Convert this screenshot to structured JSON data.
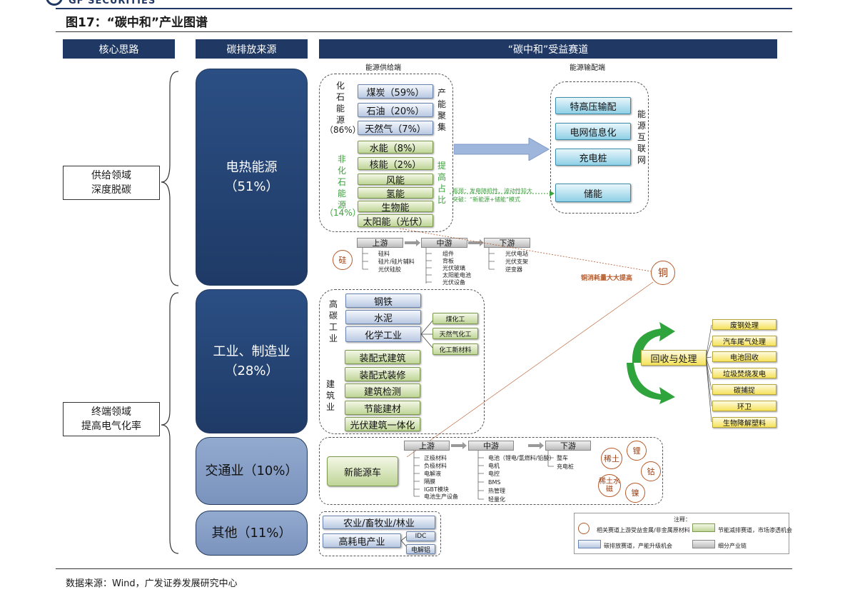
{
  "header": {
    "brand": "GF SECURITIES",
    "title": "图17：“碳中和”产业图谱"
  },
  "columns": {
    "col1": "核心思路",
    "col2": "碳排放来源",
    "col3": "“碳中和”受益赛道"
  },
  "thinking": {
    "supply": [
      "供给领域",
      "深度脱碳"
    ],
    "terminal": [
      "终端领域",
      "提高电气化率"
    ]
  },
  "sources": {
    "power": {
      "name": "电热能源",
      "share": "（51%）"
    },
    "industry": {
      "name": "工业、制造业",
      "share": "（28%）"
    },
    "transport": {
      "name": "交通业（10%）"
    },
    "other": {
      "name": "其他（11%）"
    }
  },
  "supply_side": {
    "title": "能源供给端",
    "fossil_label": "化石能源",
    "fossil_share": "（86%）",
    "fossil": [
      "煤炭（59%）",
      "石油（20%）",
      "天然气（7%）"
    ],
    "capacity_label": "产能聚集",
    "nonfossil_label": "非化石能源",
    "nonfossil_share": "（14%）",
    "nonfossil": [
      "水能（8%）",
      "核能（2%）",
      "风能",
      "氢能",
      "生物能",
      "太阳能（光伏）"
    ],
    "raise_label": "提高占比",
    "bottleneck": "瓶颈：发电随机性、波动性较大",
    "breakthrough": "突破：“新能源+储能”模式"
  },
  "distribution": {
    "title": "能源输配端",
    "items": [
      "特高压输配",
      "电网信息化",
      "充电桩",
      "储能"
    ],
    "internet_label": "能源互联网"
  },
  "pv_chain": {
    "stages": [
      "上游",
      "中游",
      "下游"
    ],
    "up": [
      "硅料",
      "硅片/硅片辅料",
      "光伏硅胶"
    ],
    "mid": [
      "组件",
      "背板",
      "光伏玻璃",
      "太阳能电池",
      "光伏设备"
    ],
    "down": [
      "光伏电站",
      "光伏支架",
      "逆变器"
    ]
  },
  "metals": {
    "silicon": "硅",
    "copper": "铜",
    "copper_note": "铜消耗量大大提高",
    "rare_earth": "稀土",
    "lithium": "锂",
    "cobalt": "钴",
    "rare_magnet": "稀土水磁",
    "nickel": "镍"
  },
  "industry_side": {
    "high_carbon_label": "高碳工业",
    "high_carbon": [
      "钢铁",
      "水泥",
      "化学工业"
    ],
    "chem": [
      "煤化工",
      "天然气化工",
      "化工新材料"
    ],
    "building_label": "建筑业",
    "building": [
      "装配式建筑",
      "装配式装修",
      "建筑检测",
      "节能建材",
      "光伏建筑一体化"
    ]
  },
  "recycle": {
    "center": "回收与处理",
    "items": [
      "废钢处理",
      "汽车尾气处理",
      "电池回收",
      "垃圾焚烧发电",
      "碳捕捉",
      "环卫",
      "生物降解塑料"
    ]
  },
  "ev": {
    "name": "新能源车",
    "stages": [
      "上游",
      "中游",
      "下游"
    ],
    "up": [
      "正极材料",
      "负极材料",
      "电解液",
      "隔膜",
      "IGBT模块",
      "电池生产设备"
    ],
    "mid": [
      "电池（锂电/氢燃料/铅酸）",
      "电机",
      "电控",
      "BMS",
      "热管理",
      "轻量化"
    ],
    "down": [
      "整车",
      "充电桩"
    ]
  },
  "others": {
    "items": [
      "农业/畜牧业/林业",
      "高耗电产业"
    ],
    "sub": [
      "IDC",
      "电解铝"
    ]
  },
  "legend": {
    "title": "注释：",
    "circle": "相关赛道上游受益金属/非金属原材料",
    "green": "节能减排赛道，市场渗透机会",
    "blue": "碳排放赛道，产能升级机会",
    "gray": "细分产业链"
  },
  "footer": {
    "source": "数据来源：Wind，广发证券发展研究中心"
  }
}
